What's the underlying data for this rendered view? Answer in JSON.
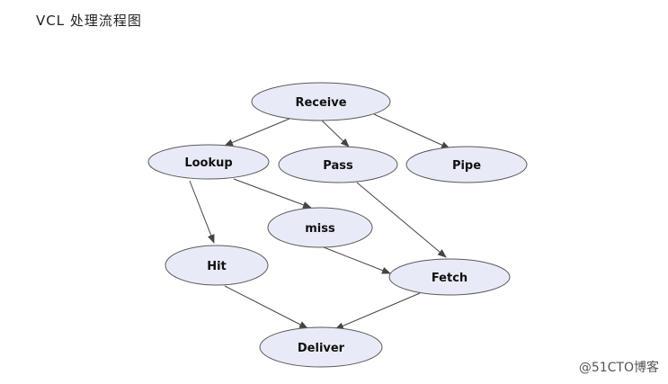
{
  "title": "VCL 处理流程图",
  "watermark": "@51CTO博客",
  "colors": {
    "node_fill": "#e8ebf7",
    "node_stroke": "#5a5a5a",
    "edge": "#444444"
  },
  "diagram": {
    "nodes": [
      {
        "id": "receive",
        "label": "Receive"
      },
      {
        "id": "lookup",
        "label": "Lookup"
      },
      {
        "id": "pass",
        "label": "Pass"
      },
      {
        "id": "pipe",
        "label": "Pipe"
      },
      {
        "id": "miss",
        "label": "miss"
      },
      {
        "id": "hit",
        "label": "Hit"
      },
      {
        "id": "fetch",
        "label": "Fetch"
      },
      {
        "id": "deliver",
        "label": "Deliver"
      }
    ],
    "edges": [
      {
        "from": "receive",
        "to": "lookup"
      },
      {
        "from": "receive",
        "to": "pass"
      },
      {
        "from": "receive",
        "to": "pipe"
      },
      {
        "from": "lookup",
        "to": "hit"
      },
      {
        "from": "lookup",
        "to": "miss"
      },
      {
        "from": "pass",
        "to": "fetch"
      },
      {
        "from": "miss",
        "to": "fetch"
      },
      {
        "from": "hit",
        "to": "deliver"
      },
      {
        "from": "fetch",
        "to": "deliver"
      }
    ]
  }
}
